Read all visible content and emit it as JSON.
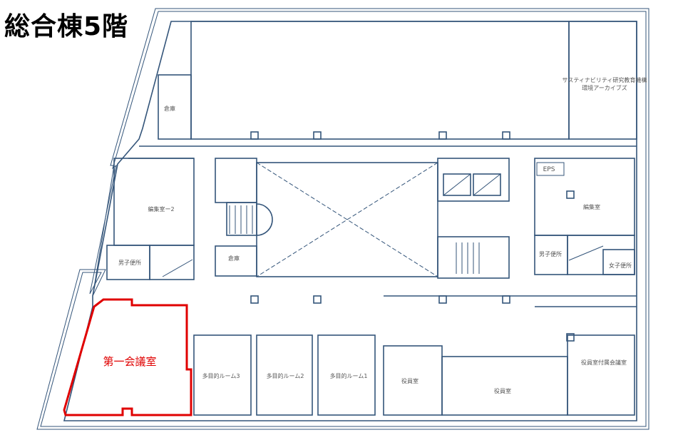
{
  "title": "総合棟5階",
  "highlight_color": "#e00000",
  "wall_color": "#34557a",
  "rooms": {
    "archive": [
      "サスティナビリティ研究教育機構",
      "環境アーカイブズ"
    ],
    "storage_nw": "倉庫",
    "editing2": "編集室ー2",
    "mens_w": "男子便所",
    "storage_c": "倉庫",
    "eps": "EPS",
    "editing": "編集室",
    "mens_e": "男子便所",
    "womens": "女子便所",
    "conf1": "第一会議室",
    "multi3": "多目的ルーム3",
    "multi2": "多目的ルーム2",
    "multi1": "多目的ルーム1",
    "exec1": "役員室",
    "exec2": "役員室",
    "exec_conf": "役員室付属会議室"
  }
}
